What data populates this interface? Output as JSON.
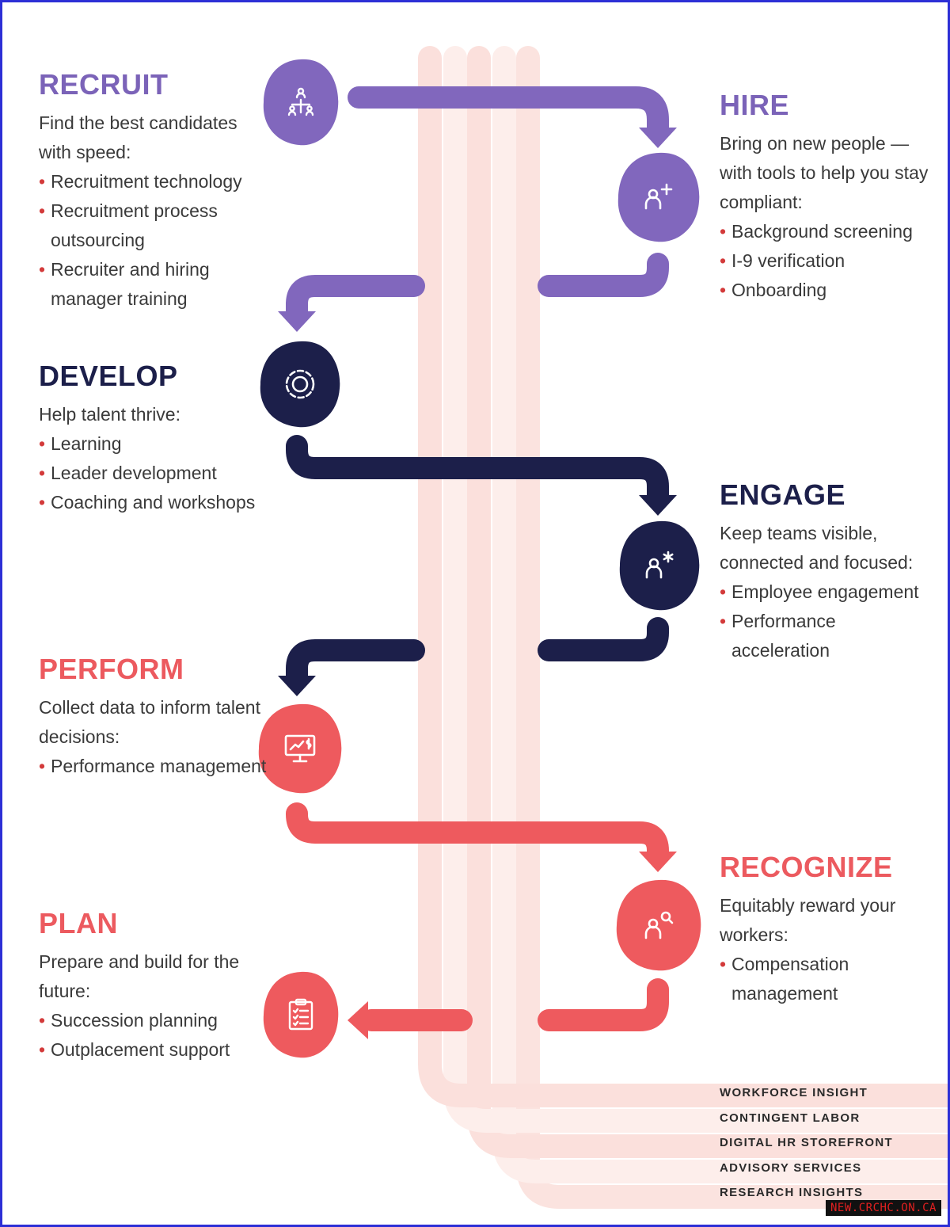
{
  "colors": {
    "purple": "#8167bd",
    "navy": "#1c1f4a",
    "coral": "#ee5a5e",
    "red_bullet": "#d33a3a",
    "ribbon": "#fbe3df"
  },
  "stages": [
    {
      "key": "recruit",
      "title": "RECRUIT",
      "desc": "Find the best candidates with speed:",
      "items": [
        "Recruitment technology",
        "Recruitment process outsourcing",
        "Recruiter and hiring manager training"
      ],
      "icon": "org-chart-icon"
    },
    {
      "key": "hire",
      "title": "HIRE",
      "desc": "Bring on new people — with tools to help you stay compliant:",
      "items": [
        "Background screening",
        "I-9 verification",
        "Onboarding"
      ],
      "icon": "add-person-icon"
    },
    {
      "key": "develop",
      "title": "DEVELOP",
      "desc": "Help talent thrive:",
      "items": [
        "Learning",
        "Leader development",
        "Coaching and workshops"
      ],
      "icon": "cycle-gear-icon"
    },
    {
      "key": "engage",
      "title": "ENGAGE",
      "desc": "Keep teams visible, connected and focused:",
      "items": [
        "Employee engagement",
        "Performance acceleration"
      ],
      "icon": "person-star-icon"
    },
    {
      "key": "perform",
      "title": "PERFORM",
      "desc": "Collect data to inform talent decisions:",
      "items": [
        "Performance management"
      ],
      "icon": "monitor-chart-icon"
    },
    {
      "key": "recognize",
      "title": "RECOGNIZE",
      "desc": "Equitably reward your workers:",
      "items": [
        "Compensation management"
      ],
      "icon": "person-search-icon"
    },
    {
      "key": "plan",
      "title": "PLAN",
      "desc": "Prepare and build for the future:",
      "items": [
        "Succession planning",
        "Outplacement support"
      ],
      "icon": "checklist-icon"
    }
  ],
  "services": [
    "WORKFORCE INSIGHT",
    "CONTINGENT LABOR",
    "DIGITAL HR STOREFRONT",
    "ADVISORY SERVICES",
    "RESEARCH INSIGHTS"
  ],
  "watermark": "NEW.CRCHC.ON.CA"
}
